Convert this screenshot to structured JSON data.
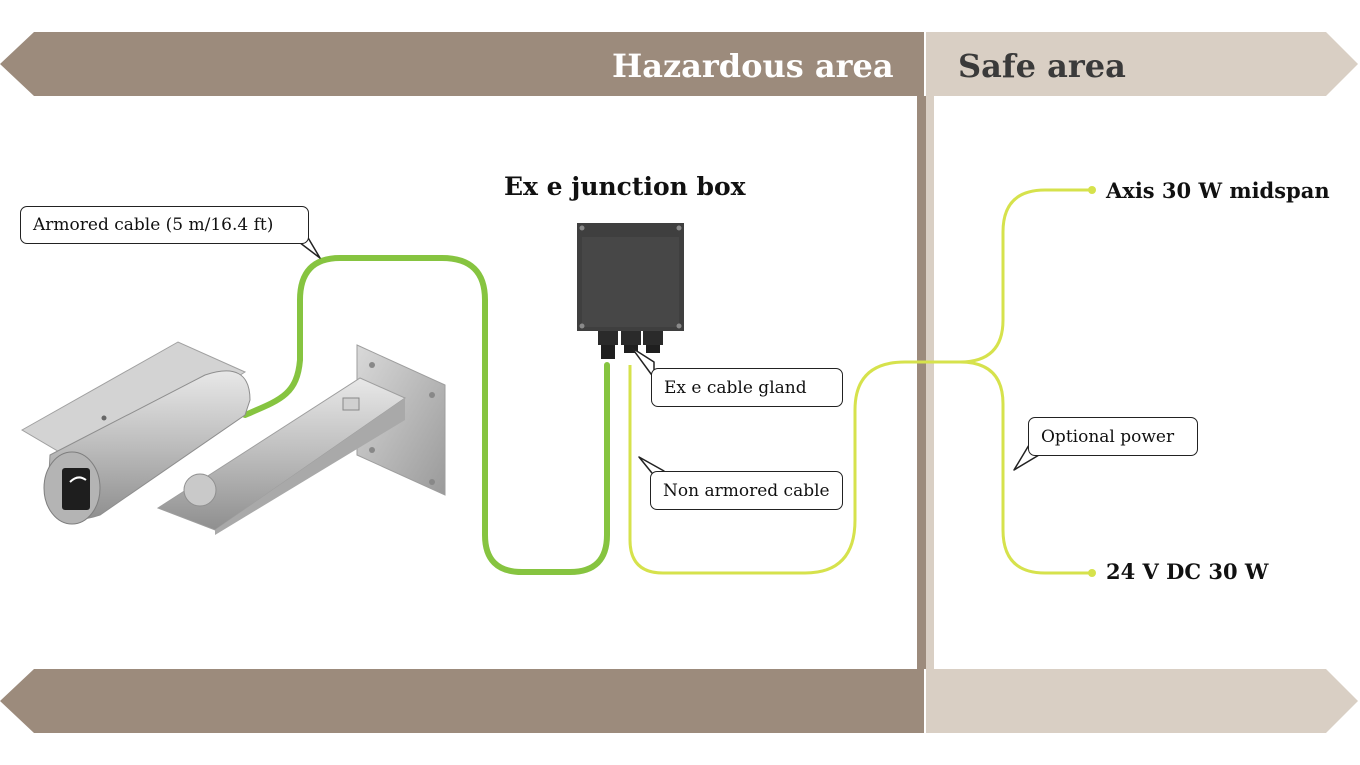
{
  "zones": {
    "hazardous": "Hazardous area",
    "safe": "Safe area"
  },
  "components": {
    "junction_box": "Ex e junction box",
    "midspan": "Axis 30 W midspan",
    "power": "24 V DC 30 W"
  },
  "callouts": {
    "armored_cable": "Armored cable (5 m/16.4 ft)",
    "cable_gland": "Ex e cable gland",
    "non_armored": "Non armored cable",
    "optional_power": "Optional power"
  },
  "colors": {
    "hazard_band": "#9c8b7c",
    "safe_band": "#d9cfc4",
    "armored_cable": "#86c440",
    "non_armored_cable": "#d6e24c",
    "junction_box": "#3f3f3f"
  }
}
